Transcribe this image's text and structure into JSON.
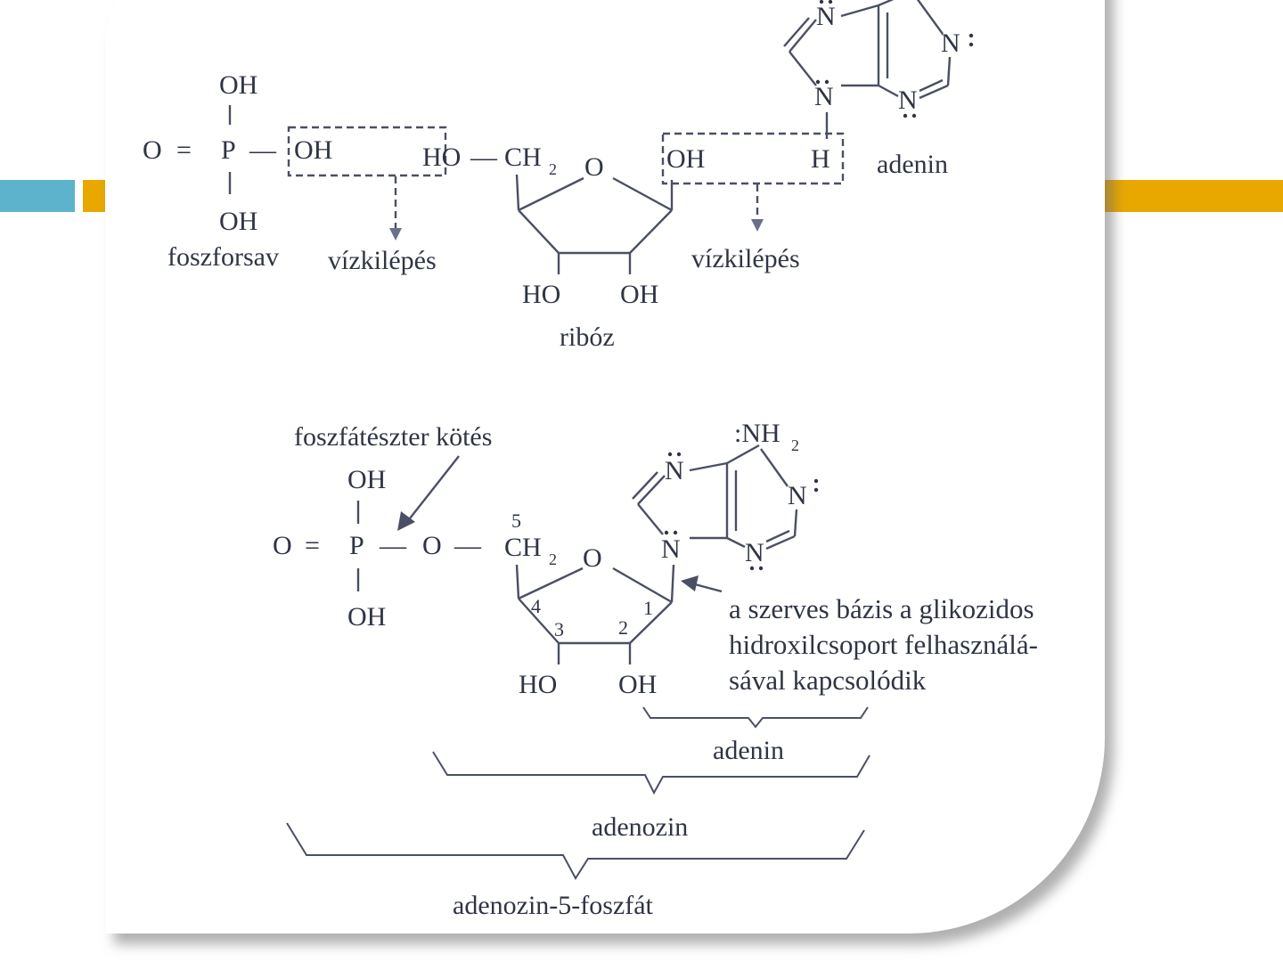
{
  "top_diagram": {
    "phosphoric_acid": {
      "o_atom": "O",
      "double_bond": "=",
      "p_atom": "P",
      "dash": "—",
      "oh_top": "OH",
      "oh_right": "OH",
      "oh_bottom": "OH",
      "label": "foszforsav"
    },
    "water_loss_left": "vízkilépés",
    "ho_ch2": {
      "ho": "HO",
      "dash": "—",
      "ch": "CH",
      "sub": "2"
    },
    "ring_oxygen": "O",
    "oh_c1": "OH",
    "ho_c3": "HO",
    "oh_c2": "OH",
    "ribose_label": "ribóz",
    "water_loss_right": "vízkilépés",
    "adenine_n7": "N",
    "adenine_n1": "N",
    "adenine_n3": "N",
    "adenine_n9": "N",
    "adenine_h": "H",
    "adenine_label": "adenin"
  },
  "bottom_diagram": {
    "phosphodiester_label": "foszfátészter kötés",
    "phosphate": {
      "o_atom": "O",
      "double_bond": "=",
      "p_atom": "P",
      "dash1": "—",
      "o_bridge": "O",
      "dash2": "—",
      "oh_top": "OH",
      "oh_bottom": "OH"
    },
    "ch2": {
      "ch": "CH",
      "sub": "2"
    },
    "carbon_5": "5",
    "ring_oxygen": "O",
    "carbon_4": "4",
    "carbon_3": "3",
    "carbon_2": "2",
    "carbon_1": "1",
    "ho_c3": "HO",
    "oh_c2": "OH",
    "nh2": {
      "text": ":NH",
      "sub": "2"
    },
    "adenine_n7": "N",
    "adenine_n1": "N",
    "adenine_n3": "N",
    "adenine_n9": "N",
    "glycosidic_note": [
      "a szerves bázis a glikozidos",
      "hidroxilcsoport felhasználá-",
      "sával kapcsolódik"
    ],
    "brace_labels": {
      "adenine": "adenin",
      "adenosine": "adenozin",
      "amp": "adenozin-5-foszfát"
    }
  },
  "colors": {
    "accent_blue": "#5db3cc",
    "accent_gold": "#e8a800",
    "ink": "#2f3545",
    "background": "#ffffff"
  }
}
